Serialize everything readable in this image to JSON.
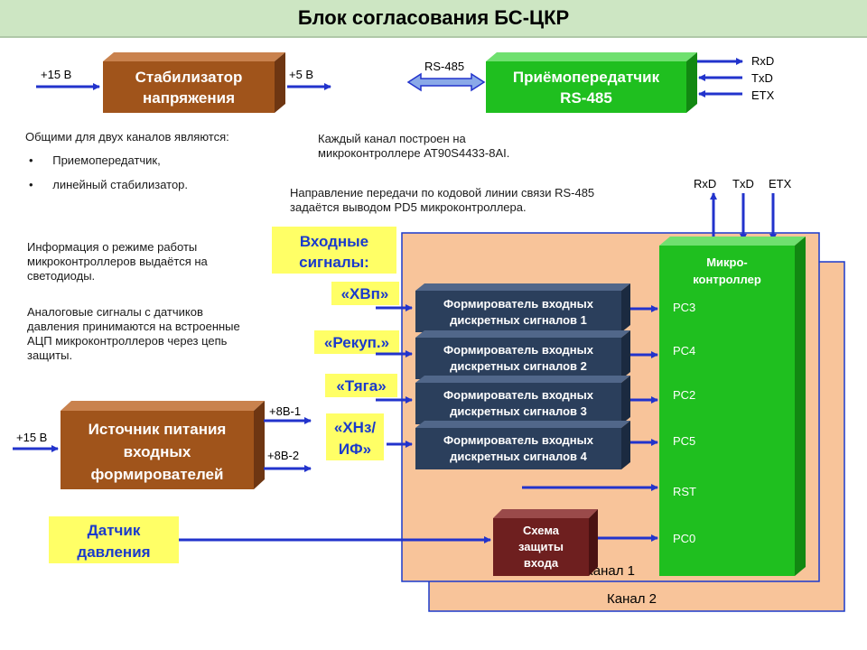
{
  "title": "Блок согласования БС-ЦКР",
  "stabilizer": {
    "line1": "Стабилизатор",
    "line2": "напряжения",
    "in_label": "+15 В",
    "out_label": "+5 В"
  },
  "transceiver": {
    "line1": "Приёмопередатчик",
    "line2": "RS-485",
    "port_label": "RS-485",
    "outputs": [
      "RxD",
      "TxD",
      "ETX"
    ]
  },
  "notes": {
    "common_title": "Общими для двух каналов являются:",
    "common_items": [
      "Приемопередатчик,",
      "линейный стабилизатор."
    ],
    "channel_mcu_1": "Каждый канал построен на",
    "channel_mcu_2": "микроконтроллере AT90S4433-8AI.",
    "direction_1": "Направление передачи по кодовой линии связи RS-485",
    "direction_2": "задаётся выводом PD5 микроконтроллера.",
    "led_1": "Информация о режиме работы",
    "led_2": "микроконтроллеров выдаётся на",
    "led_3": "светодиоды.",
    "adc_1": "Аналоговые сигналы с датчиков",
    "adc_2": "давления принимаются на встроенные",
    "adc_3": "АЦП микроконтроллеров  через цепь",
    "adc_4": "защиты."
  },
  "inputs_header": {
    "line1": "Входные",
    "line2": "сигналы:"
  },
  "input_signals": [
    {
      "lines": [
        "«ХВп»"
      ]
    },
    {
      "lines": [
        "«Рекуп.»"
      ]
    },
    {
      "lines": [
        "«Тяга»"
      ]
    },
    {
      "lines": [
        "«ХНз/",
        "ИФ»"
      ]
    }
  ],
  "formers": [
    {
      "line1": "Формирователь входных",
      "line2": "дискретных сигналов 1",
      "pin": "PC3"
    },
    {
      "line1": "Формирователь входных",
      "line2": "дискретных сигналов 2",
      "pin": "PC4"
    },
    {
      "line1": "Формирователь входных",
      "line2": "дискретных сигналов 3",
      "pin": "PC2"
    },
    {
      "line1": "Формирователь входных",
      "line2": "дискретных сигналов 4",
      "pin": "PC5"
    }
  ],
  "mcu": {
    "line1": "Микро-",
    "line2": "контроллер",
    "top_pins": [
      "RxD",
      "TxD",
      "ETX"
    ],
    "rst_pin": "RST",
    "adc_pin": "PC0"
  },
  "power_source": {
    "line1": "Источник питания",
    "line2": "входных",
    "line3": "формирователей",
    "in_label": "+15 В",
    "out1": "+8В-1",
    "out2": "+8В-2"
  },
  "sensor": {
    "line1": "Датчик",
    "line2": "давления"
  },
  "protection": {
    "line1": "Схема",
    "line2": "защиты",
    "line3": "входа"
  },
  "channels": {
    "ch1": "Канал 1",
    "ch2": "Канал 2"
  },
  "colors": {
    "brown_front": "#a0541b",
    "brown_top": "#c9824e",
    "brown_side": "#6e3612",
    "green_front": "#1fbf1f",
    "green_top": "#6fe06f",
    "green_side": "#128812",
    "navy_front": "#2b3f5c",
    "navy_top": "#51678a",
    "navy_side": "#1b2a40",
    "maroon_front": "#6e1f1f",
    "maroon_top": "#9a4a4a",
    "maroon_side": "#4a1212",
    "yellow": "#ffff66",
    "channel_fill": "#f8c49a",
    "channel_border": "#1a3acc",
    "arrow": "#2233cc"
  }
}
